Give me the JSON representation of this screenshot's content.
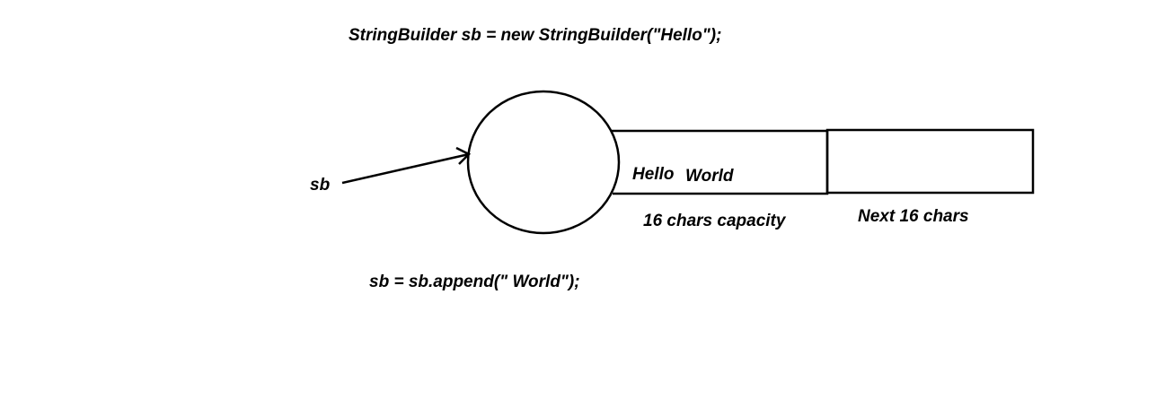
{
  "diagram": {
    "code_line_1": "StringBuilder sb = new StringBuilder(\"Hello\");",
    "code_line_2": "sb = sb.append(\" World\");",
    "reference_label": "sb",
    "buffer_text_1": "Hello",
    "buffer_text_2": "World",
    "capacity_label": "16 chars capacity",
    "next_capacity_label": "Next 16 chars"
  },
  "colors": {
    "background": "#ffffff",
    "ink": "#000000"
  }
}
